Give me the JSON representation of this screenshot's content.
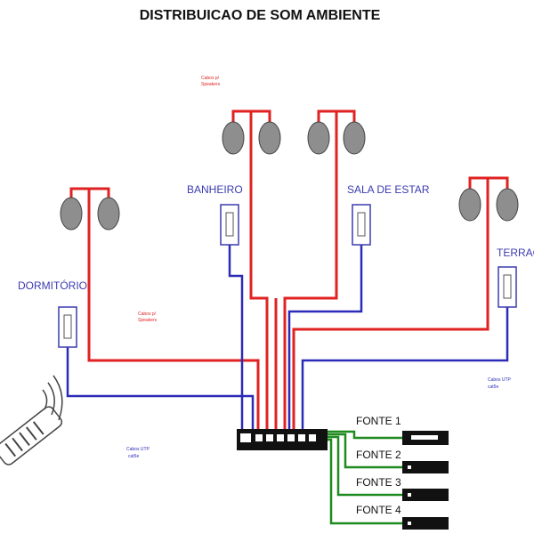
{
  "title": "DISTRIBUICAO DE SOM AMBIENTE",
  "rooms": {
    "dormitorio": "DORMITÓRIO",
    "banheiro": "BANHEIRO",
    "sala": "SALA DE ESTAR",
    "terraco": "TERRAÇ"
  },
  "cable_notes": {
    "speaker_top_l1": "Cabos p/",
    "speaker_top_l2": "Speakers",
    "speaker_mid_l1": "Cabos p/",
    "speaker_mid_l2": "Speakers",
    "utp_right_l1": "Cabos UTP",
    "utp_right_l2": "cat5e",
    "utp_left_l1": "Cabos UTP",
    "utp_left_l2": "cat5e"
  },
  "sources": [
    "FONTE 1",
    "FONTE 2",
    "FONTE 3",
    "FONTE 4"
  ],
  "colors": {
    "speaker_cable": "#e02222",
    "utp_cable": "#2b2bb8",
    "source_cable": "#1f8a1f",
    "label": "#3b3bb0",
    "speaker_fill": "#8e8e8e"
  }
}
